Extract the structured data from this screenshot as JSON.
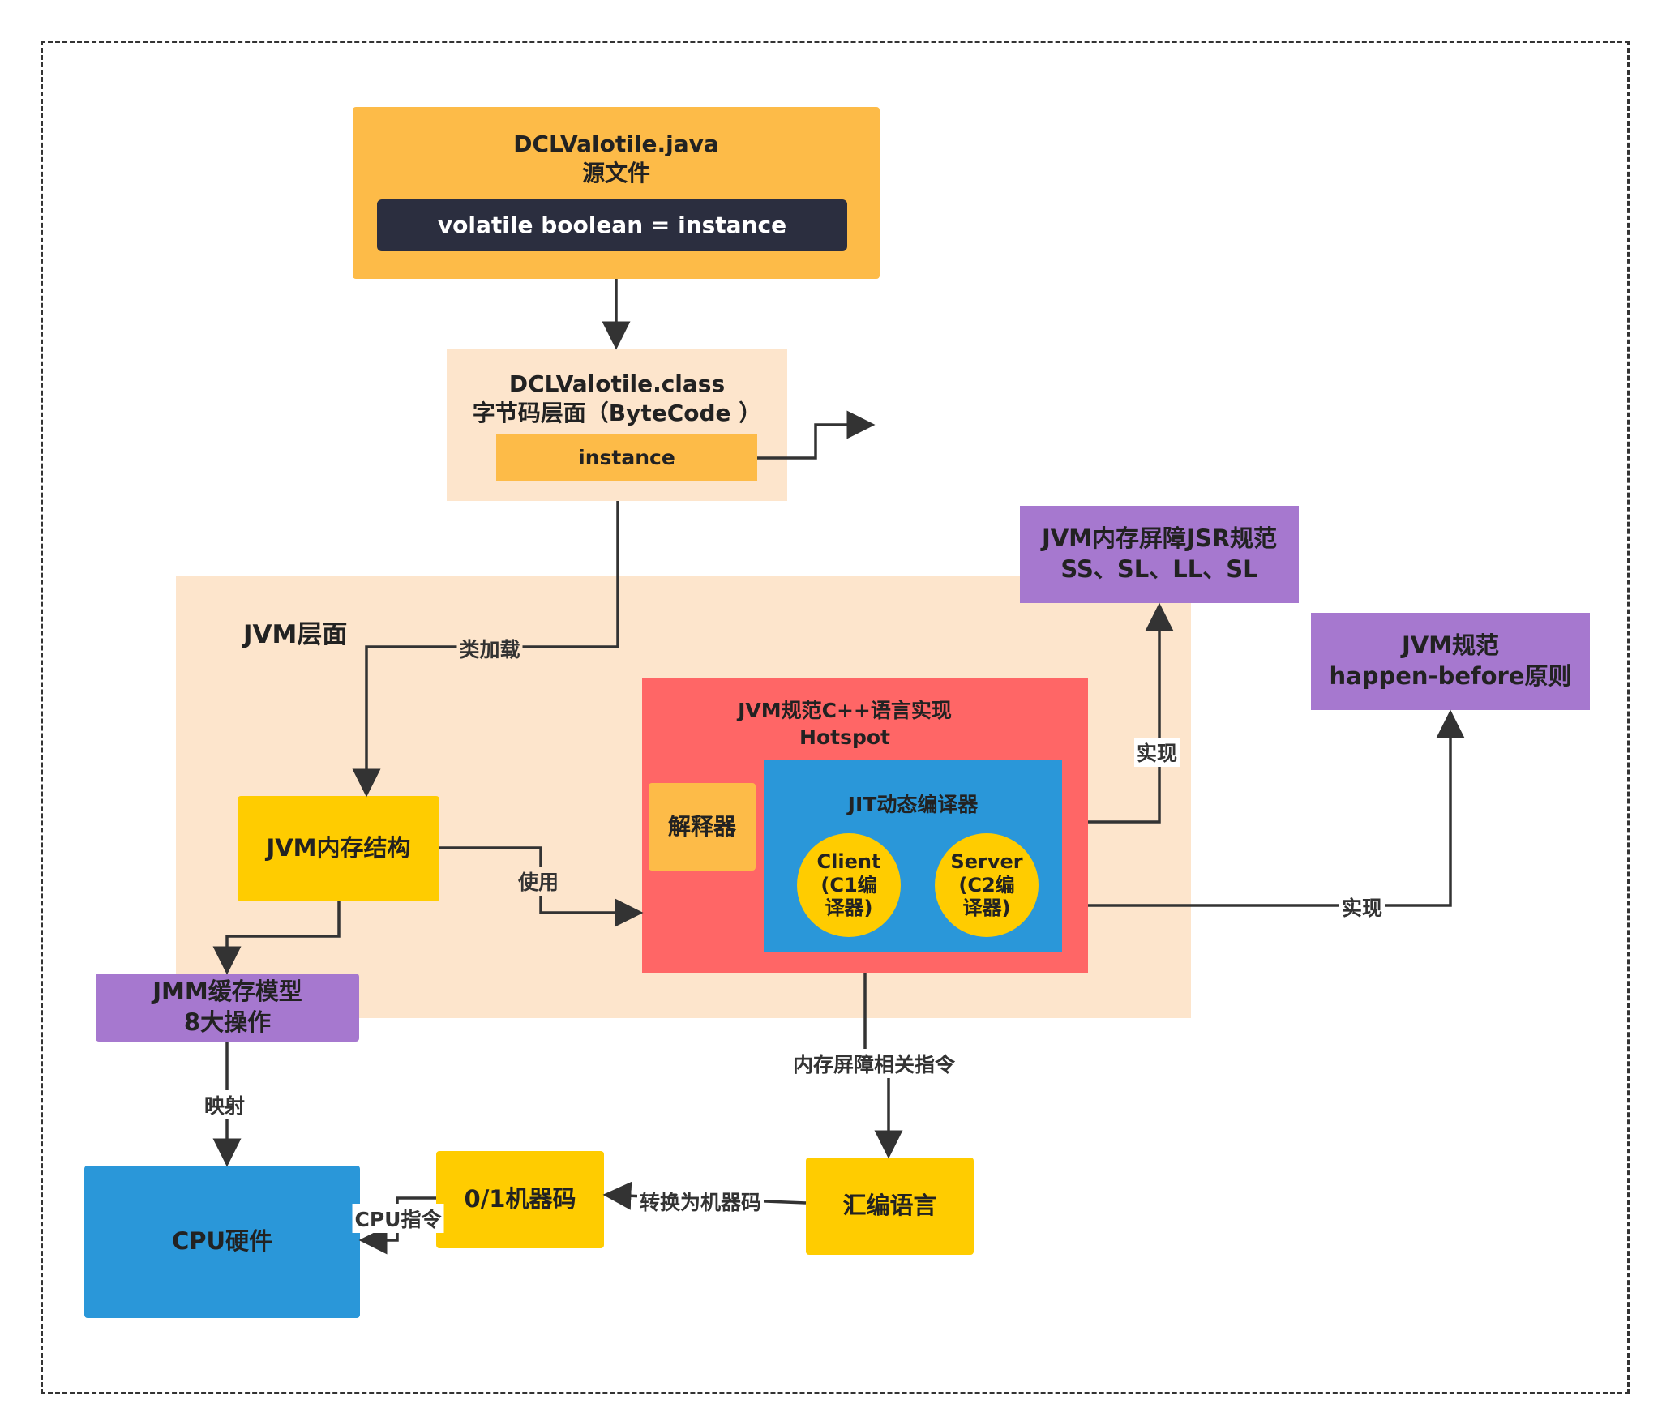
{
  "source_file": {
    "name": "DCLValotile.java",
    "caption": "源文件",
    "code": "volatile boolean = instance"
  },
  "class_file": {
    "name": "DCLValotile.class",
    "caption": "字节码层面（ByteCode ）",
    "field": "instance"
  },
  "jvm_layer": {
    "title": "JVM层面"
  },
  "jvm_memory": {
    "label": "JVM内存结构"
  },
  "hotspot": {
    "title_line1": "JVM规范C++语言实现",
    "title_line2": "Hotspot"
  },
  "interpreter": {
    "label": "解释器"
  },
  "jit": {
    "title": "JIT动态编译器",
    "client": [
      "Client",
      "(C1编",
      "译器)"
    ],
    "server": [
      "Server",
      "(C2编",
      "译器)"
    ]
  },
  "jsr_spec": {
    "line1": "JVM内存屏障JSR规范",
    "line2": "SS、SL、LL、SL"
  },
  "happen_before": {
    "line1": "JVM规范",
    "line2": "happen-before原则"
  },
  "jmm": {
    "line1": "JMM缓存模型",
    "line2": "8大操作"
  },
  "cpu": {
    "label": "CPU硬件"
  },
  "machine_code": {
    "label": "0/1机器码"
  },
  "assembly": {
    "label": "汇编语言"
  },
  "edge_labels": {
    "class_loading": "类加载",
    "use": "使用",
    "implement_jsr": "实现",
    "implement_hb": "实现",
    "memory_barrier": "内存屏障相关指令",
    "mapping": "映射",
    "to_machine_code": "转换为机器码",
    "cpu_instruction": "CPU指令"
  },
  "colors": {
    "orange": "#fdbb48",
    "dark_code": "#2b2e3f",
    "light_peach": "#fde5cc",
    "red": "#ff6666",
    "blue": "#2a97d9",
    "yellow": "#ffcc00",
    "purple": "#a678cf"
  }
}
